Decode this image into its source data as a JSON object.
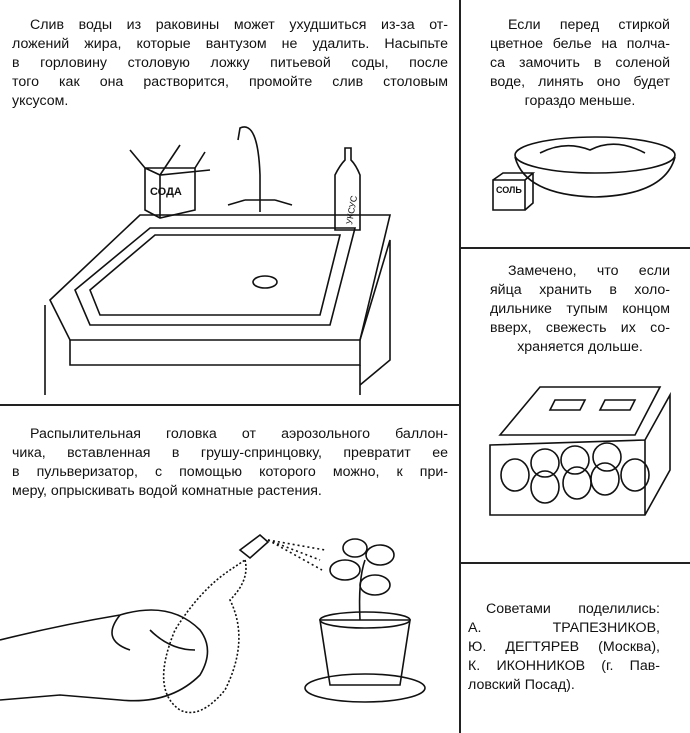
{
  "tips": {
    "sink": {
      "lines": [
        "Слив воды из раковины может ухудшиться из-за от-",
        "ложений жира, которые вантузом не удалить. Насыпьте",
        "в горловину столовую ложку питьевой соды, после",
        "того как она растворится, промойте слив столовым",
        "уксусом."
      ],
      "box_label_soda": "СОДА",
      "bottle_label_vinegar": "УКСУС"
    },
    "laundry": {
      "lines": [
        "Если перед стиркой",
        "цветное белье на полча-",
        "са замочить в соленой",
        "воде, линять оно будет",
        "гораздо меньше."
      ],
      "box_label_salt": "СОЛЬ"
    },
    "eggs": {
      "lines": [
        "Замечено, что если",
        "яйца хранить в холо-",
        "дильнике тупым концом",
        "вверх, свежесть их со-",
        "храняется дольше."
      ]
    },
    "sprayer": {
      "lines": [
        "Распылительная головка от аэрозольного баллон-",
        "чика, вставленная в грушу-спринцовку, превратит ее",
        "в пульверизатор, с помощью которого можно, к при-",
        "меру, опрыскивать водой комнатные растения."
      ]
    },
    "credits": {
      "lines": [
        "Советами поделились:",
        "А. ТРАПЕЗНИКОВ,",
        "Ю. ДЕГТЯРЕВ (Москва),",
        "К. ИКОННИКОВ (г. Пав-",
        "ловский Посад)."
      ]
    }
  }
}
